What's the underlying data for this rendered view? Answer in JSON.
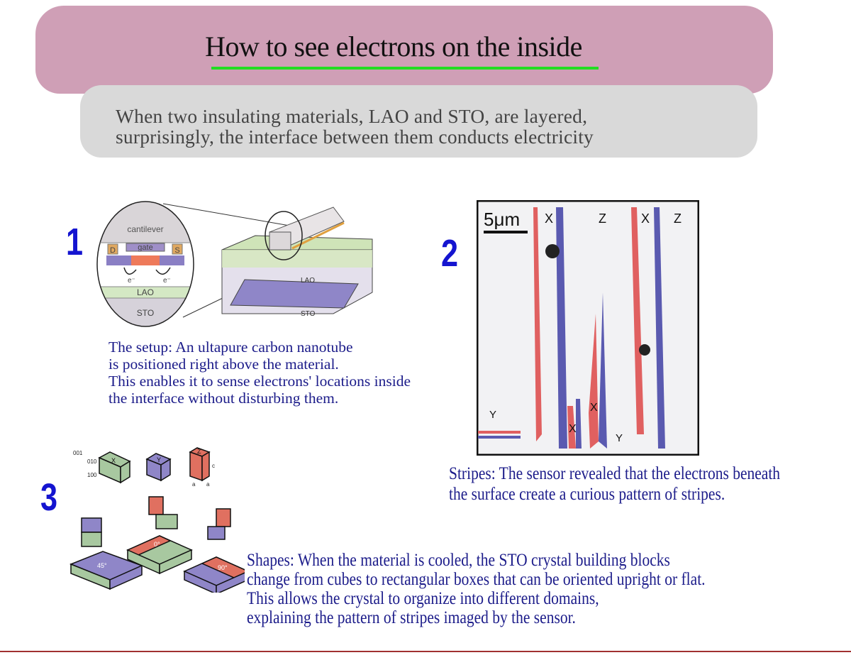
{
  "header": {
    "title": "How to see electrons on the inside",
    "subtitle_lines": [
      "When two insulating materials, LAO and STO, are layered,",
      "surprisingly, the  interface between them conducts electricity"
    ],
    "accent_underline_color": "#22dd22",
    "banner_color": "#cf9fb6"
  },
  "panel1": {
    "number": "1",
    "labels": {
      "cantilever": "cantilever",
      "gate": "gate",
      "drain": "D",
      "source": "S",
      "electron": "e⁻",
      "lao": "LAO",
      "sto": "STO"
    },
    "caption_lines": [
      "The setup: An ultapure carbon nanotube",
      "is positioned right above the material.",
      "This enables it to sense electrons' locations inside",
      "the interface without disturbing them."
    ]
  },
  "panel2": {
    "number": "2",
    "scale_label": "5μm",
    "top_labels": [
      "X",
      "Z",
      "X",
      "Z"
    ],
    "inner_labels": {
      "x1": "X",
      "x2": "X",
      "y1": "Y",
      "y2": "Y"
    },
    "caption_lines": [
      "Stripes: The sensor revealed that the electrons beneath",
      "the surface create a curious pattern of stripes."
    ]
  },
  "panel3": {
    "number": "3",
    "axis_labels": [
      "001",
      "010",
      "100"
    ],
    "block_labels": {
      "x": "X",
      "y": "Y",
      "z": "Z",
      "a": "a",
      "c": "c"
    },
    "angles": [
      "45°",
      "0°",
      "90°"
    ],
    "caption_lines": [
      "Shapes: When the material is cooled, the STO crystal building blocks",
      "change from cubes to rectangular boxes that can be oriented upright or flat.",
      "This allows the crystal to organize into different domains,",
      "explaining the pattern of stripes imaged by the sensor."
    ]
  }
}
